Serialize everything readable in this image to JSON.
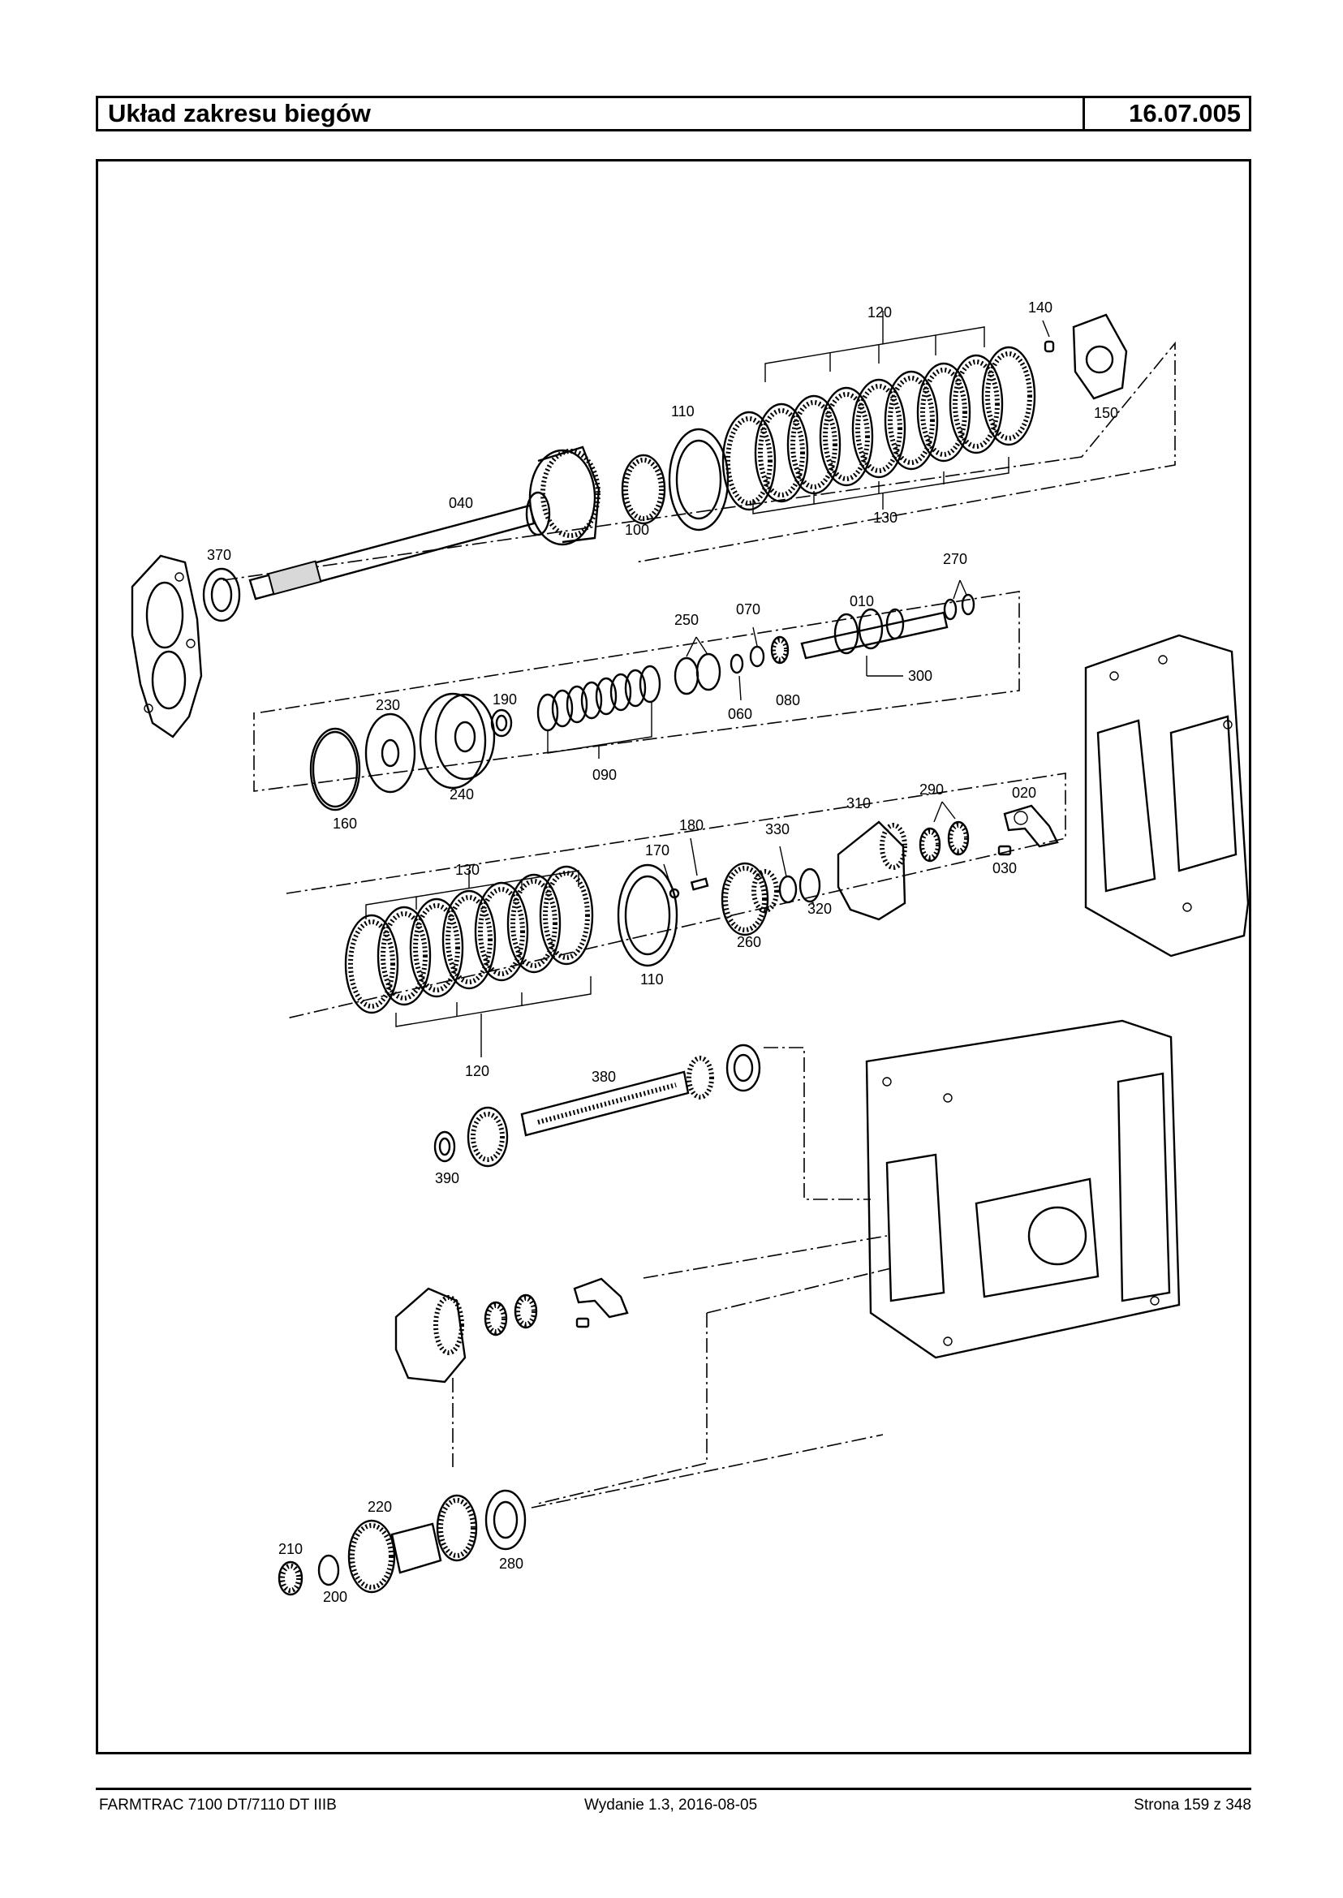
{
  "header": {
    "title": "Układ zakresu biegów",
    "code": "16.07.005"
  },
  "footer": {
    "left": "FARMTRAC 7100 DT/7110 DT IIIB",
    "middle": "Wydanie 1.3,  2016-08-05",
    "right": "Strona 159 z 348"
  },
  "callouts": {
    "c120a": "120",
    "c140": "140",
    "c150": "150",
    "c110a": "110",
    "c040": "040",
    "c100": "100",
    "c130a": "130",
    "c370": "370",
    "c270": "270",
    "c010": "010",
    "c070": "070",
    "c250": "250",
    "c300": "300",
    "c060": "060",
    "c080": "080",
    "c230": "230",
    "c190": "190",
    "c090": "090",
    "c160": "160",
    "c240": "240",
    "c310": "310",
    "c290": "290",
    "c020": "020",
    "c180": "180",
    "c330": "330",
    "c170": "170",
    "c130b": "130",
    "c030": "030",
    "c320": "320",
    "c260": "260",
    "c110b": "110",
    "c120b": "120",
    "c380": "380",
    "c390": "390",
    "c220": "220",
    "c210": "210",
    "c280": "280",
    "c200": "200"
  }
}
